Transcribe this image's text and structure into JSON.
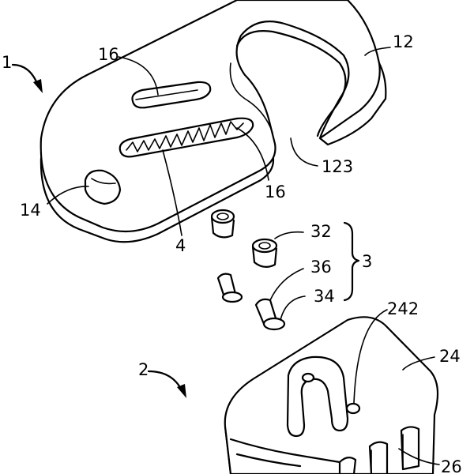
{
  "labels": {
    "assembly_1": "1",
    "part_12": "12",
    "slot_16_top": "16",
    "opening_123": "123",
    "slot_16_bottom": "16",
    "hole_14": "14",
    "spring_4": "4",
    "sleeve_32": "32",
    "pin_36": "36",
    "rivet_34": "34",
    "group_3": "3",
    "assembly_2": "2",
    "hole_242": "242",
    "plate_24": "24",
    "part_26": "26"
  }
}
